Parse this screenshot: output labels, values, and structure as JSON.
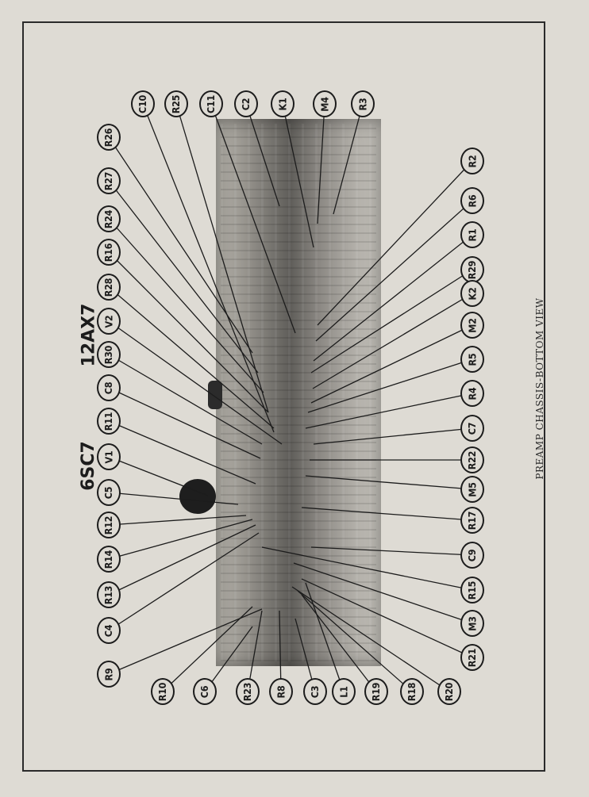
{
  "diagram": {
    "caption": "PREAMP CHASSIS-BOTTOM VIEW",
    "tube_labels": {
      "v1": "6SC7",
      "v2": "12AX7"
    },
    "callouts": {
      "R26": "R26",
      "R27": "R27",
      "R24": "R24",
      "R16": "R16",
      "R28": "R28",
      "V2": "V2",
      "R30": "R30",
      "C8": "C8",
      "R11": "R11",
      "V1": "V1",
      "C5": "C5",
      "R12": "R12",
      "R14": "R14",
      "R13": "R13",
      "C4": "C4",
      "R9": "R9",
      "C10": "C10",
      "R25": "R25",
      "C11": "C11",
      "C2": "C2",
      "K1": "K1",
      "M4": "M4",
      "R3": "R3",
      "R2": "R2",
      "R6": "R6",
      "R1": "R1",
      "R29": "R29",
      "K2": "K2",
      "M2": "M2",
      "R5": "R5",
      "R4": "R4",
      "C7": "C7",
      "R22": "R22",
      "M5": "M5",
      "R17": "R17",
      "C9": "C9",
      "R15": "R15",
      "M3": "M3",
      "R21": "R21",
      "R10": "R10",
      "C6": "C6",
      "R23": "R23",
      "R8": "R8",
      "C3": "C3",
      "L1": "L1",
      "R19": "R19",
      "R18": "R18",
      "R20": "R20"
    }
  }
}
